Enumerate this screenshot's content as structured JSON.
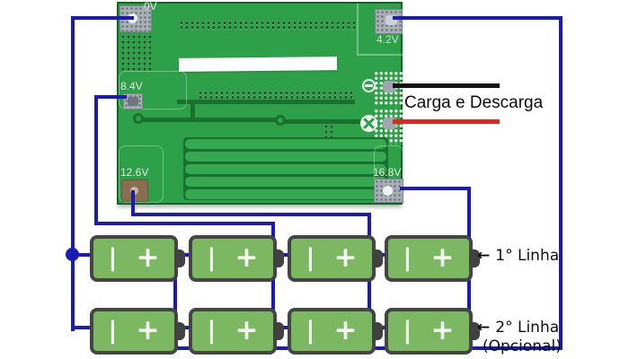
{
  "colors": {
    "wire_blue": "#1b1bb3",
    "wire_black": "#141414",
    "wire_red": "#e2261d",
    "pcb_green": "#2ea04a",
    "battery_green": "#7cb862"
  },
  "board": {
    "pad_labels": {
      "p0": "0V",
      "p42": "4.2V",
      "p84": "8.4V",
      "p126": "12.6V",
      "p168": "16.8V"
    }
  },
  "annotations": {
    "charge": "Carga e Descarga",
    "arrow_left": "←",
    "row1": "1° Linha",
    "row2": "2° Linha",
    "row2_note": "(Opcional)"
  },
  "battery": {
    "neg_mark": "|",
    "pos_mark": "+"
  }
}
